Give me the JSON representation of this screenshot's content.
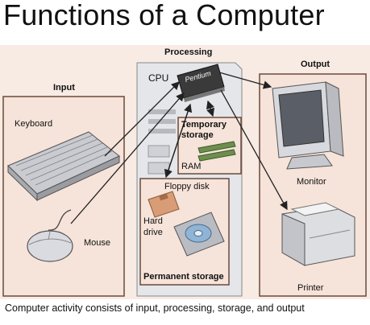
{
  "title": "Functions of a Computer",
  "labels": {
    "processing": "Processing",
    "cpu": "CPU",
    "chip": "Pentium",
    "input": "Input",
    "output": "Output",
    "keyboard": "Keyboard",
    "mouse": "Mouse",
    "temporary_storage": "Temporary storage",
    "ram": "RAM",
    "floppy_disk": "Floppy disk",
    "hard_drive": "Hard drive",
    "permanent_storage": "Permanent storage",
    "monitor": "Monitor",
    "printer": "Printer"
  },
  "caption": "Computer activity consists of input, processing, storage, and output",
  "colors": {
    "panel_bg": "#f6e3d9",
    "panel_border": "#6b4a3a",
    "arrow": "#222222"
  }
}
